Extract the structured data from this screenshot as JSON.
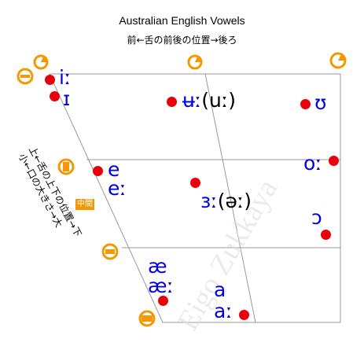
{
  "title": "Australian English Vowels",
  "subtitle": "前←舌の前後の位置→後ろ",
  "side_label_1": "上←舌の上下の位置→下",
  "side_label_2": "小←口の大きさ→大",
  "center_badge": "中間",
  "watermark": "Eigo Zukkaya",
  "colors": {
    "symbol": "#0000e0",
    "dot": "#e8000b",
    "badge": "#f39800",
    "grid": "#999999"
  },
  "vowels": {
    "i_long": "iː",
    "i_short": "ɪ",
    "u_bar": "ʉː",
    "u_bar_alt": "(uː)",
    "upsilon": "ʊ",
    "e": "e",
    "e_long": "eː",
    "schwa_long": "ɜː",
    "schwa_alt": "(əː)",
    "o_long": "oː",
    "open_o": "ɔ",
    "ae": "æ",
    "ae_long": "æː",
    "a": "a",
    "a_long": "aː"
  }
}
